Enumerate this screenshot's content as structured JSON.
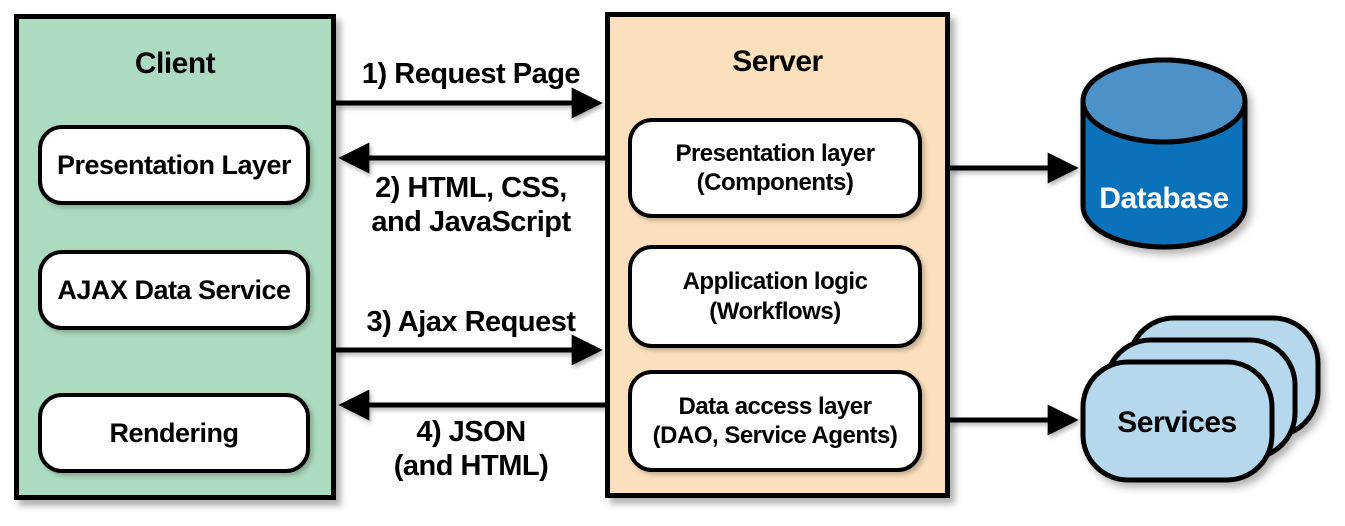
{
  "client": {
    "title": "Client",
    "layers": [
      {
        "label": "Presentation Layer"
      },
      {
        "label": "AJAX Data Service"
      },
      {
        "label": "Rendering"
      }
    ]
  },
  "server": {
    "title": "Server",
    "layers": [
      {
        "label": "Presentation layer\n(Components)"
      },
      {
        "label": "Application logic\n(Workflows)"
      },
      {
        "label": "Data access layer\n(DAO, Service Agents)"
      }
    ]
  },
  "flows": [
    {
      "label": "1) Request Page",
      "from": "client",
      "to": "server"
    },
    {
      "label": "2) HTML, CSS,\nand JavaScript",
      "from": "server",
      "to": "client"
    },
    {
      "label": "3) Ajax Request",
      "from": "client",
      "to": "server"
    },
    {
      "label": "4) JSON\n(and HTML)",
      "from": "server",
      "to": "client"
    },
    {
      "label": "",
      "from": "server",
      "to": "database"
    },
    {
      "label": "",
      "from": "server",
      "to": "services"
    }
  ],
  "database": {
    "label": "Database"
  },
  "services": {
    "label": "Services"
  },
  "colors": {
    "client_fill": "#addbc1",
    "server_fill": "#fce0bd",
    "database_body": "#0a71ba",
    "database_top": "#4c92c8",
    "services_fill": "#b5d8ec",
    "stroke": "#000000",
    "database_label_color": "#ffffff"
  }
}
